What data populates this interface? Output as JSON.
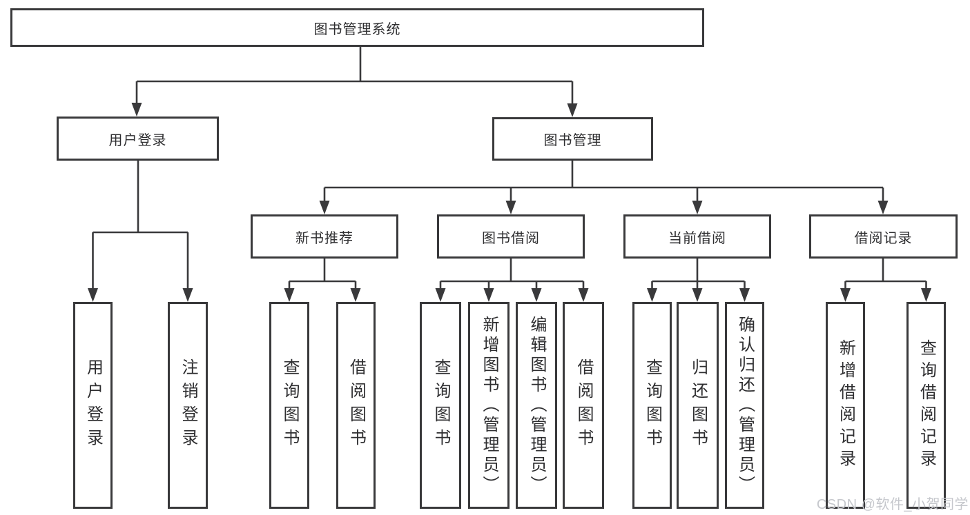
{
  "diagram": {
    "type": "hierarchy",
    "colors": {
      "line": "#39393b",
      "text": "#2e2e30",
      "background": "#ffffff",
      "watermark": "#c5c7cc"
    },
    "tree": {
      "label": "图书管理系统",
      "children": [
        {
          "label": "用户登录",
          "children": [
            {
              "label": "用户登录"
            },
            {
              "label": "注销登录"
            }
          ]
        },
        {
          "label": "图书管理",
          "children": [
            {
              "label": "新书推荐",
              "children": [
                {
                  "label": "查询图书"
                },
                {
                  "label": "借阅图书"
                }
              ]
            },
            {
              "label": "图书借阅",
              "children": [
                {
                  "label": "查询图书"
                },
                {
                  "label": "新增图书（管理员）"
                },
                {
                  "label": "编辑图书（管理员）"
                },
                {
                  "label": "借阅图书"
                }
              ]
            },
            {
              "label": "当前借阅",
              "children": [
                {
                  "label": "查询图书"
                },
                {
                  "label": "归还图书"
                },
                {
                  "label": "确认归还（管理员）"
                }
              ]
            },
            {
              "label": "借阅记录",
              "children": [
                {
                  "label": "新增借阅记录"
                },
                {
                  "label": "查询借阅记录"
                }
              ]
            }
          ]
        }
      ]
    },
    "watermark": "CSDN @软件_小贺同学"
  }
}
